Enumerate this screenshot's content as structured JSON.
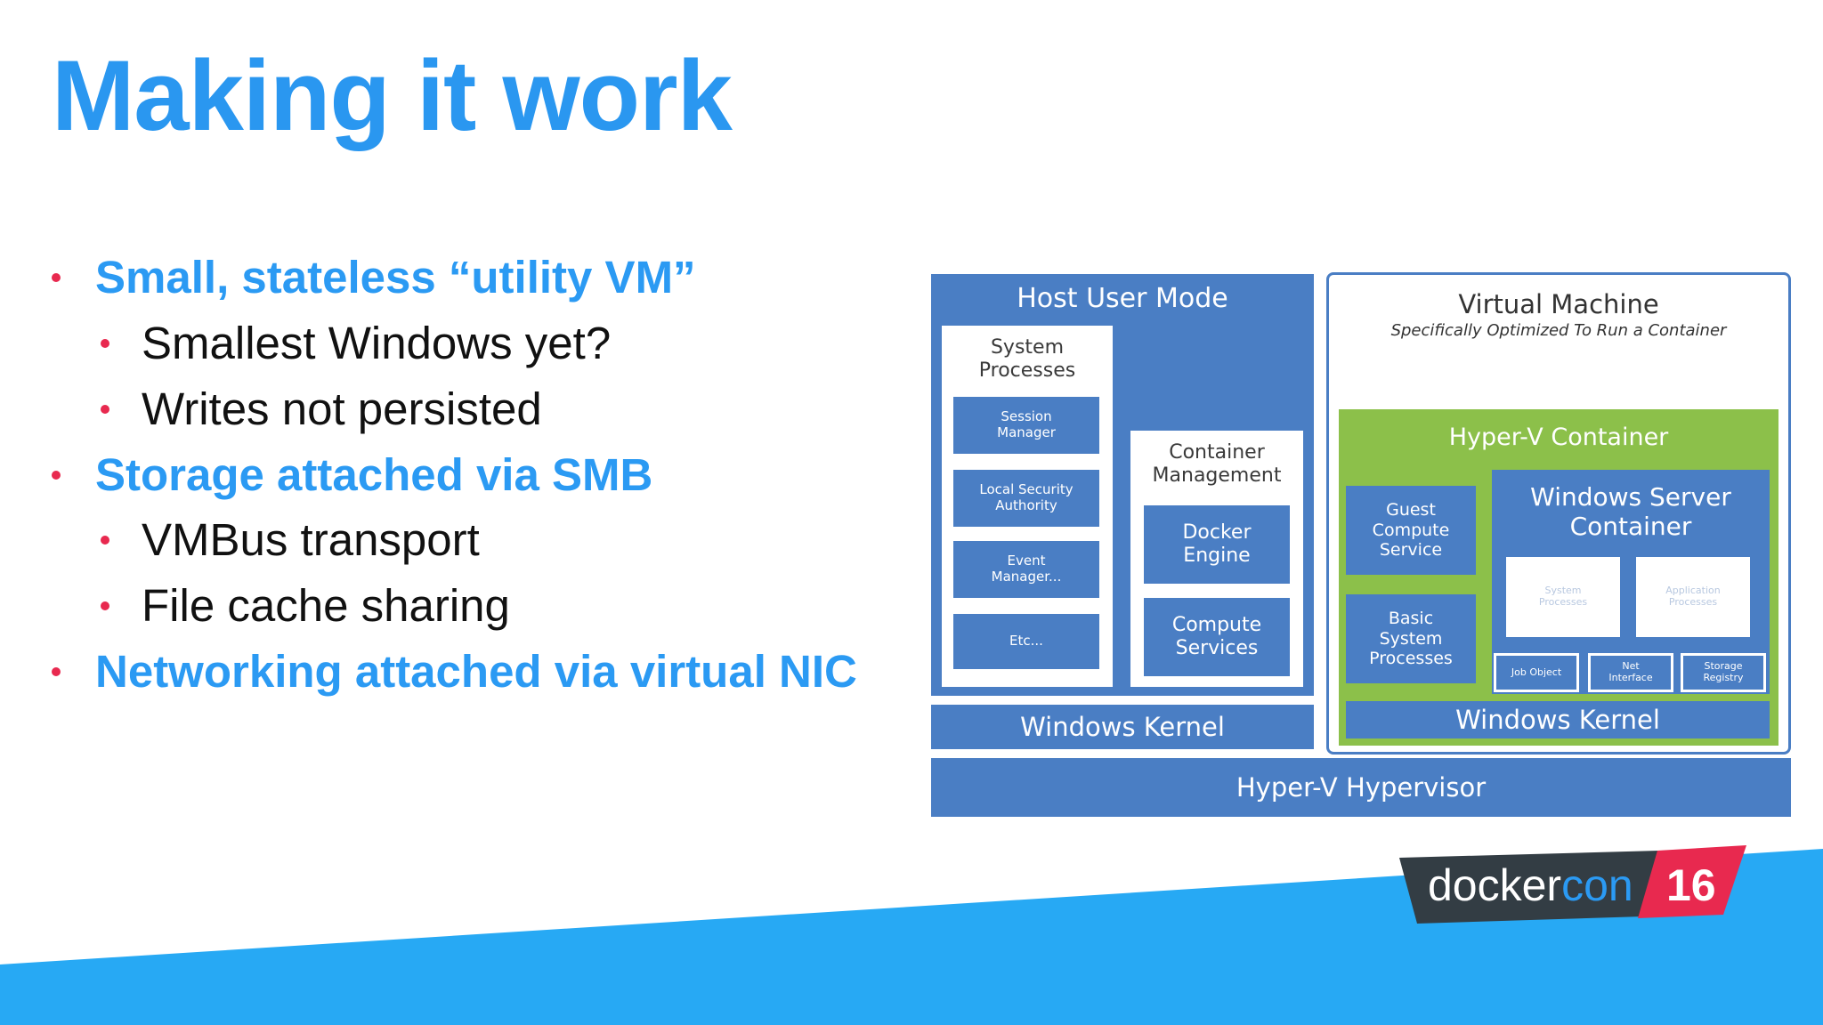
{
  "colors": {
    "title": "#2a97f0",
    "accent_text": "#2b9af3",
    "bullet_dot": "#e8294f",
    "body_text": "#111111",
    "diagram_blue": "#4a7ec4",
    "hyperv_green": "#8cc04a",
    "band_blue": "#27a9f4",
    "logo_dark": "#333d44",
    "logo_red": "#e8294f"
  },
  "slide": {
    "title": "Making it work",
    "bullets": [
      {
        "level": 1,
        "text": "Small, stateless “utility VM”"
      },
      {
        "level": 2,
        "text": "Smallest Windows yet?"
      },
      {
        "level": 2,
        "text": "Writes not persisted"
      },
      {
        "level": 1,
        "text": "Storage attached via SMB"
      },
      {
        "level": 2,
        "text": "VMBus transport"
      },
      {
        "level": 2,
        "text": "File cache sharing"
      },
      {
        "level": 1,
        "text": "Networking attached via virtual NIC"
      }
    ]
  },
  "diagram": {
    "host_user_mode": "Host User Mode",
    "system_processes": "System Processes",
    "session_manager": "Session Manager",
    "local_security_authority": "Local Security Authority",
    "event_manager": "Event Manager...",
    "etc": "Etc...",
    "container_management": "Container Management",
    "docker_engine": "Docker Engine",
    "compute_services": "Compute Services",
    "windows_kernel_host": "Windows Kernel",
    "virtual_machine": "Virtual Machine",
    "vm_subtitle": "Specifically Optimized To Run a Container",
    "hyperv_container": "Hyper-V Container",
    "guest_compute_service": "Guest Compute Service",
    "basic_system_processes": "Basic System Processes",
    "windows_server_container": "Windows Server Container",
    "system_processes_small": "System Processes",
    "application_processes": "Application Processes",
    "job_object": "Job Object",
    "net_interface": "Net Interface",
    "storage_registry": "Storage Registry",
    "windows_kernel_vm": "Windows Kernel",
    "hypervisor": "Hyper-V Hypervisor"
  },
  "logo": {
    "docker": "docker",
    "con": "con",
    "year": "16"
  }
}
